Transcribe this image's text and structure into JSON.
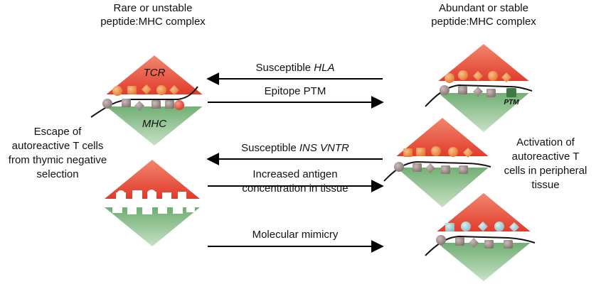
{
  "left_heading": {
    "line1": "Rare or unstable",
    "line2": "peptide:MHC complex"
  },
  "right_heading": {
    "line1": "Abundant or stable",
    "line2": "peptide:MHC complex"
  },
  "diamond_labels": {
    "tcr": "TCR",
    "mhc": "MHC",
    "ptm": "PTM"
  },
  "left_side_text": [
    "Escape of",
    "autoreactive T cells",
    "from thymic negative",
    "selection"
  ],
  "right_side_text": [
    "Activation of",
    "autoreactive T",
    "cells in peripheral",
    "tissue"
  ],
  "arrows": {
    "hla": {
      "prefix": "Susceptible ",
      "italic": "HLA"
    },
    "ptm": {
      "text": "Epitope PTM"
    },
    "ins": {
      "prefix": "Susceptible ",
      "italic": "INS VNTR"
    },
    "antigen": {
      "line1": "Increased antigen",
      "line2": "concentration in tissue"
    },
    "mimicry": {
      "text": "Molecular mimicry"
    }
  },
  "colors": {
    "tcr_red": "#e8483a",
    "mhc_green": "#7cb87f",
    "peptide_orange": "#ef8c43",
    "anchor_gray": "#9a8a88",
    "mimic_blue": "#a9cfd6",
    "ptm_dark_green": "#3f7a45"
  }
}
